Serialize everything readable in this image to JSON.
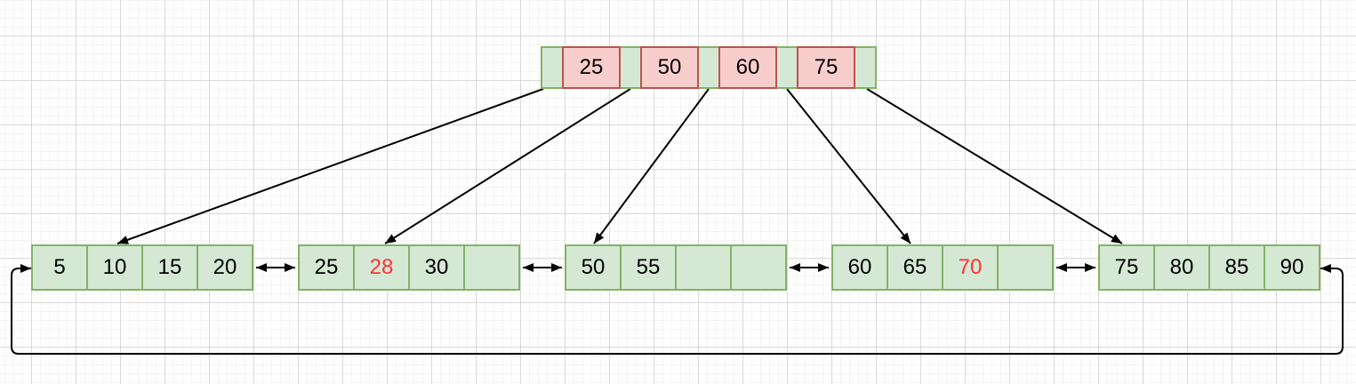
{
  "diagram_type": "b-plus-tree",
  "colors": {
    "pointer_fill": "#d5e8d4",
    "pointer_border": "#82b366",
    "key_fill": "#f8cecc",
    "key_border": "#b85450",
    "leaf_fill": "#d5e8d4",
    "leaf_border": "#82b366",
    "text": "#000000",
    "highlight_text": "#ff3333",
    "connector": "#000000"
  },
  "root": {
    "keys": [
      {
        "v": "25"
      },
      {
        "v": "50"
      },
      {
        "v": "60"
      },
      {
        "v": "75"
      }
    ]
  },
  "leaves": [
    {
      "cells": [
        {
          "v": "5"
        },
        {
          "v": "10"
        },
        {
          "v": "15"
        },
        {
          "v": "20"
        }
      ]
    },
    {
      "cells": [
        {
          "v": "25"
        },
        {
          "v": "28",
          "hl": true
        },
        {
          "v": "30"
        },
        {
          "v": ""
        }
      ]
    },
    {
      "cells": [
        {
          "v": "50"
        },
        {
          "v": "55"
        },
        {
          "v": ""
        },
        {
          "v": ""
        }
      ]
    },
    {
      "cells": [
        {
          "v": "60"
        },
        {
          "v": "65"
        },
        {
          "v": "70",
          "hl": true
        },
        {
          "v": ""
        }
      ]
    },
    {
      "cells": [
        {
          "v": "75"
        },
        {
          "v": "80"
        },
        {
          "v": "85"
        },
        {
          "v": "90"
        }
      ]
    }
  ]
}
